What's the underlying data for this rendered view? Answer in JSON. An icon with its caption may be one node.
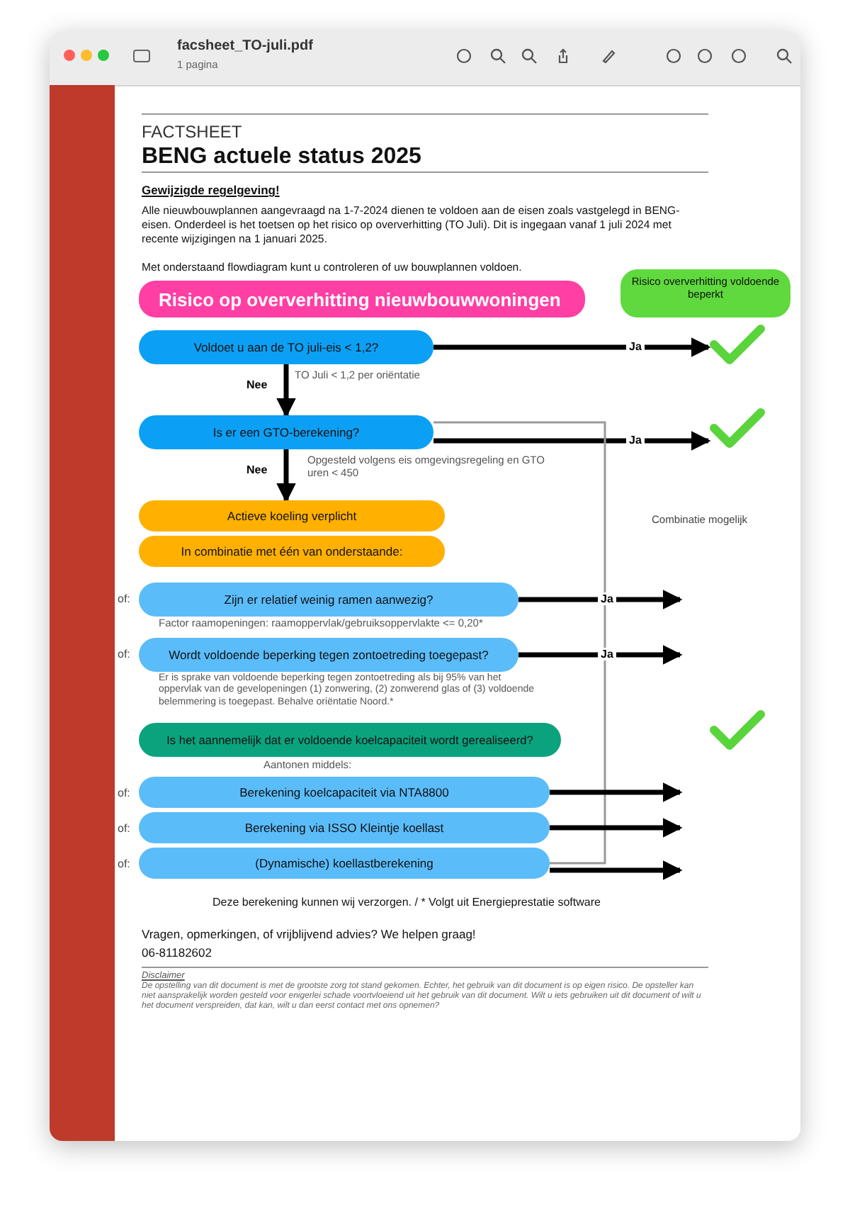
{
  "diagram": {
    "title": "BENG actuele status 2025",
    "nodes": [
      {
        "text": [
          "Risico op oververhitting nieuwbouwwoningen"
        ]
      },
      {
        "text": [
          "Risico oververhitting voldoende beperkt"
        ]
      },
      {
        "text": [
          "Voldoet u aan de TO juli-eis < 1,2?"
        ]
      },
      {
        "text": [
          "Is er een GTO-berekening?"
        ]
      },
      {
        "text": [
          "Actieve koeling verplicht"
        ]
      },
      {
        "text": [
          "In combinatie met één van onderstaande:"
        ]
      },
      {
        "text": [
          "Zijn er relatief weinig ramen aanwezig?"
        ]
      },
      {
        "text": [
          "Wordt voldoende beperking tegen zontoetreding toegepast?"
        ]
      },
      {
        "text": [
          "Is het aannemelijk dat er voldoende koelcapaciteit wordt gerealiseerd?"
        ]
      },
      {
        "text": [
          "Berekening koelcapaciteit via NTA8800"
        ]
      },
      {
        "text": [
          "Berekening via ISSO Kleintje koellast"
        ]
      },
      {
        "text": [
          "(Dynamische) koellastberekening"
        ]
      },
      {
        "text": [],
        "shape": "checkmark"
      },
      {
        "text": [],
        "shape": "checkmark"
      },
      {
        "text": [],
        "shape": "checkmark"
      }
    ],
    "edges": [
      {
        "from": 2,
        "to": 3,
        "arrow": "to",
        "label": "Nee"
      },
      {
        "from": 3,
        "to": 4,
        "arrow": "to",
        "label": "Nee"
      },
      {
        "from": 2,
        "to": 12,
        "arrow": "to",
        "label": "Ja"
      },
      {
        "from": 3,
        "to": 13,
        "arrow": "to",
        "label": "Ja"
      },
      {
        "from": 3,
        "to": 11,
        "arrow": "none",
        "color": "#999999"
      },
      {
        "from": 6,
        "to": null,
        "arrow": "to",
        "label": "Ja"
      },
      {
        "from": 7,
        "to": null,
        "arrow": "to",
        "label": "Ja"
      },
      {
        "from": 9,
        "to": null,
        "arrow": "to"
      },
      {
        "from": 10,
        "to": null,
        "arrow": "to"
      },
      {
        "from": 11,
        "to": null,
        "arrow": "to"
      }
    ],
    "labels": [
      "facsheet_TO-juli.pdf",
      "1 pagina",
      "FACTSHEET",
      "Gewijzigde regelgeving!",
      "Alle nieuwbouwplannen aangevraagd na 1-7-2024 dienen te voldoen aan de eisen zoals vastgelegd in BENG-eisen. Onderdeel is het toetsen op het risico op oververhitting (TO Juli). Dit is ingegaan vanaf 1 juli 2024 met recente wijzigingen na 1 januari 2025.",
      "Met onderstaand flowdiagram kunt u controleren of uw bouwplannen voldoen.",
      "TO Juli < 1,2 per oriëntatie",
      "Opgesteld volgens eis omgevingsregeling en GTO uren < 450",
      "Combinatie mogelijk",
      "of:",
      "Factor raamopeningen: raamoppervlak/gebruiksoppervlakte <= 0,20*",
      "of:",
      "Er is sprake van voldoende beperking tegen zontoetreding als bij 95% van het oppervlak van de gevelopeningen (1) zonwering, (2) zonwerend glas of (3) voldoende belemmering is toegepast. Behalve oriëntatie Noord.*",
      "Aantonen middels:",
      "of:",
      "of:",
      "of:",
      "Deze berekening kunnen wij verzorgen. / * Volgt uit Energieprestatie software",
      "Vragen, opmerkingen, of vrijblijvend advies? We helpen graag!",
      "06-81182602",
      "Disclaimer",
      "De opstelling van dit document is met de grootste zorg tot stand gekomen. Echter, het gebruik van dit document is op eigen risico. De opsteller kan niet aansprakelijk worden gesteld voor enigerlei schade voortvloeiend uit het gebruik van dit document. Wilt u iets gebruiken uit dit document of wilt u het document verspreiden, dat kan, wilt u dan eerst contact met ons opnemen?"
    ]
  }
}
